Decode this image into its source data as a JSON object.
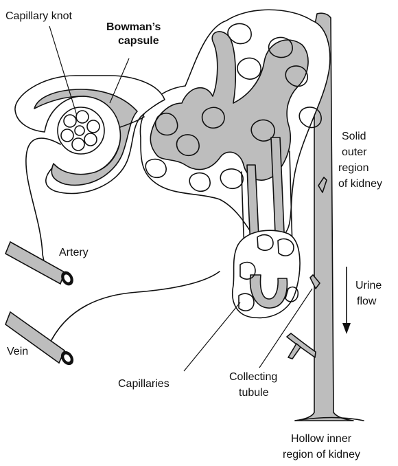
{
  "labels": {
    "capillary_knot": "Capillary knot",
    "bowmans_capsule_line1": "Bowman’s",
    "bowmans_capsule_line2": "capsule",
    "solid_outer_line1": "Solid",
    "solid_outer_line2": "outer",
    "solid_outer_line3": "region",
    "solid_outer_line4": "of kidney",
    "artery": "Artery",
    "vein": "Vein",
    "urine_flow_line1": "Urine",
    "urine_flow_line2": "flow",
    "capillaries": "Capillaries",
    "collecting_tubule_line1": "Collecting",
    "collecting_tubule_line2": "tubule",
    "hollow_inner_line1": "Hollow inner",
    "hollow_inner_line2": "region of kidney"
  },
  "colors": {
    "tubule_fill": "#bdbdbd",
    "capillary_fill": "#ffffff",
    "outline": "#111111",
    "background": "#ffffff"
  }
}
